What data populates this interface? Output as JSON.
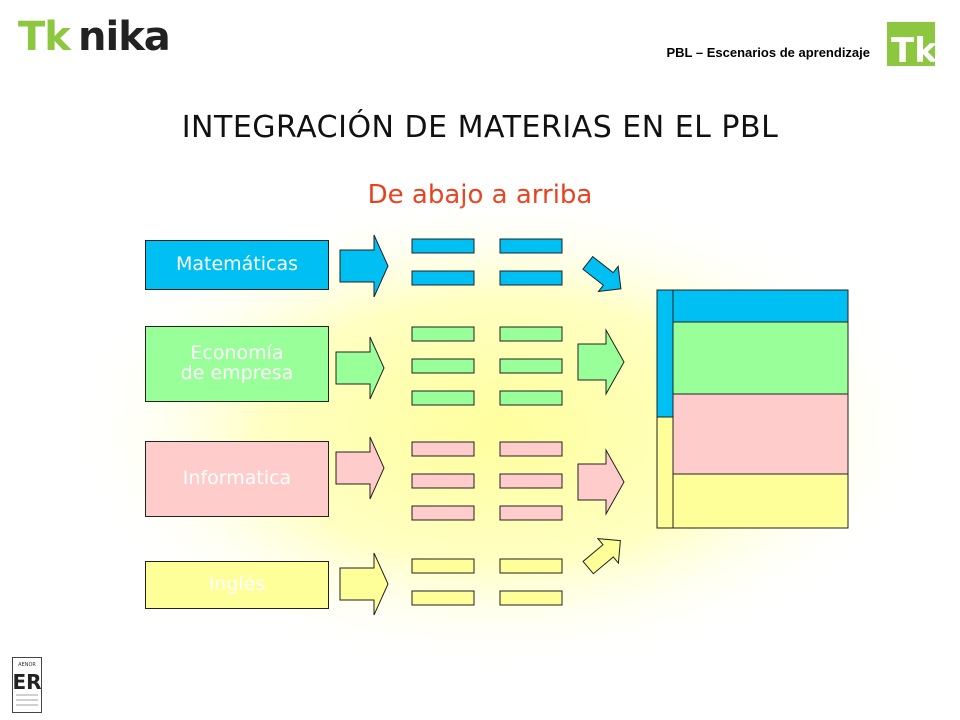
{
  "header": {
    "logo_text": "Tknika",
    "subtitle": "PBL – Escenarios de aprendizaje",
    "badge_text": "Tk"
  },
  "title": "INTEGRACIÓN DE MATERIAS EN EL PBL",
  "subtitle": "De abajo a arriba",
  "subjects": [
    {
      "label": "Matemáticas",
      "color": "#00bff3",
      "items": 4
    },
    {
      "label": "Economía\nde empresa",
      "color": "#99ff99",
      "items": 6
    },
    {
      "label": "Informatica",
      "color": "#ffcccc",
      "items": 6
    },
    {
      "label": "Inglés",
      "color": "#ffff99",
      "items": 4
    }
  ],
  "colors": {
    "brand_green": "#8dc63f",
    "title_red": "#e8401c",
    "glow": "#ffff99"
  },
  "footer": {
    "cert_label": "AENOR"
  }
}
